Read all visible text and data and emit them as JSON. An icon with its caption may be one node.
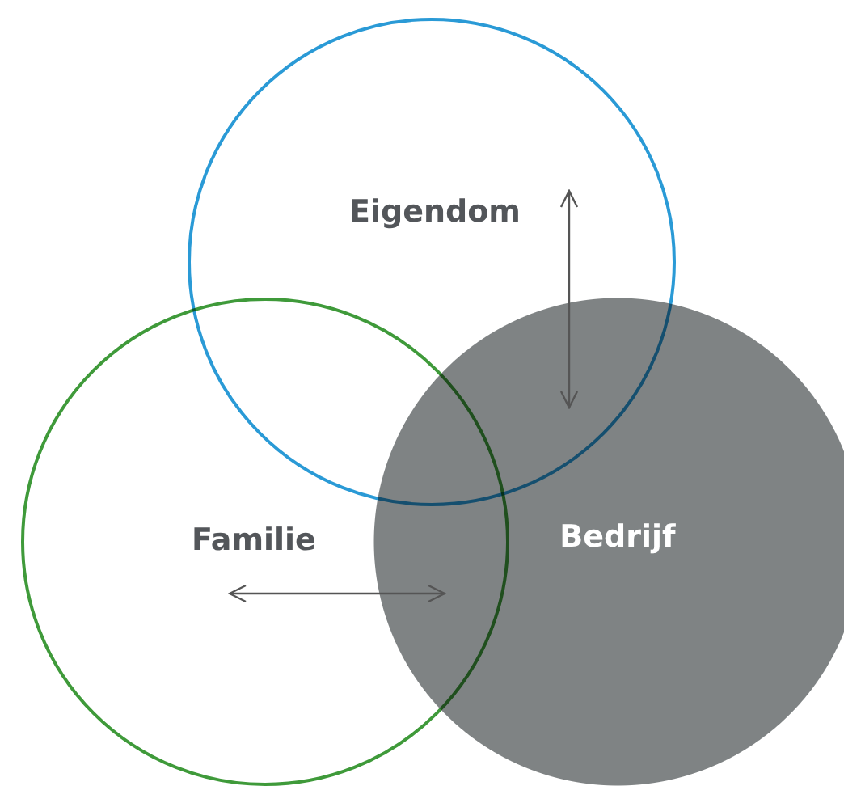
{
  "diagram": {
    "nodes": [
      {
        "text": [
          "Eigendom"
        ]
      },
      {
        "text": [
          "Familie"
        ]
      },
      {
        "text": [
          "Bedrijf"
        ]
      }
    ],
    "edges": [
      {
        "from": 0,
        "to": 2,
        "arrow": "both"
      },
      {
        "from": 1,
        "to": 2,
        "arrow": "both"
      }
    ]
  }
}
